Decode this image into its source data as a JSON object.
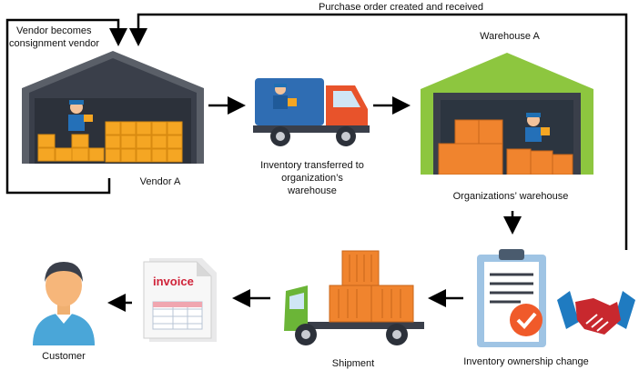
{
  "labels": {
    "purchase_order": "Purchase order created and received",
    "vendor_consign_1": "Vendor becomes",
    "vendor_consign_2": "consignment vendor",
    "vendor_a": "Vendor A",
    "transfer_1": "Inventory transferred to",
    "transfer_2": "organization’s",
    "transfer_3": "warehouse",
    "warehouse_a": "Warehouse A",
    "org_warehouse": "Organizations’ warehouse",
    "ownership_change": "Inventory ownership change",
    "shipment": "Shipment",
    "customer": "Customer",
    "invoice_text": "invoice"
  },
  "colors": {
    "box": "#f5a623",
    "box_orange": "#f0842e",
    "truck_blue": "#2f6db3",
    "truck_orange": "#e8532b",
    "truck_green": "#6bb537",
    "warehouse_green": "#8dc63f",
    "warehouse_dark": "#3a3f4a",
    "handshake_red": "#c8282e",
    "handshake_blue": "#1f7bc1",
    "clipboard": "#9fc4e4",
    "check": "#f05a2a"
  }
}
